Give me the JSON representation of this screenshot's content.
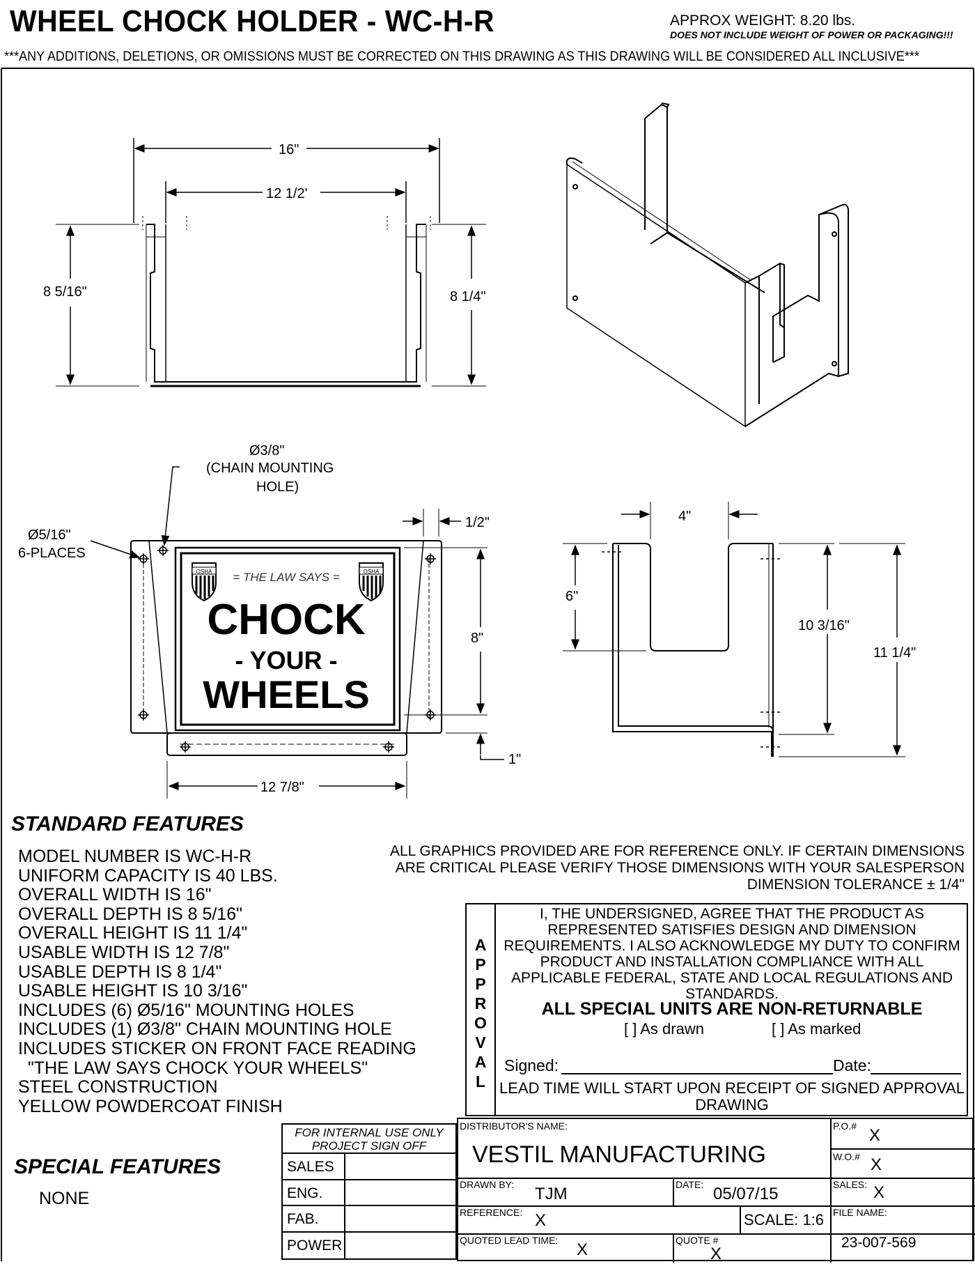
{
  "header": {
    "title": "WHEEL CHOCK HOLDER - WC-H-R",
    "weight": "APPROX WEIGHT: 8.20 lbs.",
    "weight_note": "DOES NOT INCLUDE WEIGHT OF POWER OR PACKAGING!!!",
    "disclaimer": "***ANY ADDITIONS, DELETIONS, OR OMISSIONS MUST BE CORRECTED ON THIS DRAWING AS THIS DRAWING WILL BE CONSIDERED ALL INCLUSIVE***"
  },
  "drawing": {
    "top_view": {
      "overall_width": "16\"",
      "inner_width": "12 1/2'",
      "left_depth": "8 5/16\"",
      "right_depth": "8 1/4\""
    },
    "front_view": {
      "chain_hole": "Ø3/8\"",
      "chain_hole_label": "(CHAIN MOUNTING",
      "chain_hole_label2": "HOLE)",
      "mount_hole": "Ø5/16\"",
      "mount_hole_qty": "6-PLACES",
      "right_offset": "1/2\"",
      "sticker_height": "8\"",
      "bottom_offset": "1\"",
      "bottom_width": "12 7/8\""
    },
    "sticker": {
      "top_text": "= THE LAW SAYS =",
      "line1": "CHOCK",
      "line2": "- YOUR -",
      "line3": "WHEELS",
      "badge": "OSHA"
    },
    "side_view": {
      "slot_width": "4\"",
      "slot_depth": "6\"",
      "usable_height": "10 3/16\"",
      "overall_height": "11 1/4\""
    }
  },
  "standard_features": {
    "heading": "STANDARD FEATURES",
    "items": [
      "MODEL NUMBER IS WC-H-R",
      "UNIFORM CAPACITY IS 40 LBS.",
      "OVERALL WIDTH IS 16\"",
      "OVERALL DEPTH IS 8 5/16\"",
      "OVERALL HEIGHT IS 11 1/4\"",
      "USABLE WIDTH IS 12 7/8\"",
      "USABLE DEPTH IS 8 1/4\"",
      "USABLE HEIGHT IS 10 3/16\"",
      "INCLUDES (6) Ø5/16\" MOUNTING HOLES",
      "INCLUDES (1) Ø3/8\" CHAIN MOUNTING HOLE",
      "INCLUDES STICKER ON FRONT FACE READING",
      "  \"THE LAW SAYS CHOCK YOUR WHEELS\"",
      "STEEL CONSTRUCTION",
      "YELLOW POWDERCOAT FINISH"
    ]
  },
  "special_features": {
    "heading": "SPECIAL FEATURES",
    "value": "NONE"
  },
  "graphics_note": {
    "line1": "ALL GRAPHICS PROVIDED ARE FOR REFERENCE ONLY. IF CERTAIN DIMENSIONS",
    "line2": "ARE CRITICAL PLEASE VERIFY THOSE DIMENSIONS WITH YOUR SALESPERSON",
    "line3": "DIMENSION TOLERANCE ± 1/4\""
  },
  "approval": {
    "vertical_word": "APPROVAL",
    "text": "I, THE UNDERSIGNED, AGREE THAT THE PRODUCT AS REPRESENTED SATISFIES DESIGN AND DIMENSION REQUIREMENTS. I ALSO ACKNOWLEDGE MY DUTY TO CONFIRM PRODUCT AND INSTALLATION COMPLIANCE WITH ALL APPLICABLE FEDERAL, STATE AND LOCAL REGULATIONS AND STANDARDS.",
    "bold": "ALL SPECIAL UNITS ARE NON-RETURNABLE",
    "option1": "[ ] As drawn",
    "option2": "[ ] As marked",
    "signed_label": "Signed:",
    "date_label": "Date:",
    "lead_time": "LEAD TIME WILL START UPON RECEIPT OF SIGNED APPROVAL DRAWING"
  },
  "internal": {
    "header": "FOR INTERNAL USE ONLY PROJECT SIGN OFF",
    "rows": [
      "SALES",
      "ENG.",
      "FAB.",
      "POWER"
    ]
  },
  "title_block": {
    "distributor_label": "DISTRIBUTOR'S NAME:",
    "distributor": "VESTIL MANUFACTURING",
    "po_label": "P.O.#",
    "po": "X",
    "wo_label": "W.O.#",
    "wo": "X",
    "drawn_label": "DRAWN BY:",
    "drawn": "TJM",
    "date_label": "DATE:",
    "date": "05/07/15",
    "sales_label": "SALES:",
    "sales": "X",
    "reference_label": "REFERENCE:",
    "reference": "X",
    "scale": "SCALE: 1:6",
    "file_label": "FILE NAME:",
    "file": "23-007-569",
    "lead_label": "QUOTED LEAD TIME:",
    "lead": "X",
    "quote_label": "QUOTE #",
    "quote": "X"
  }
}
